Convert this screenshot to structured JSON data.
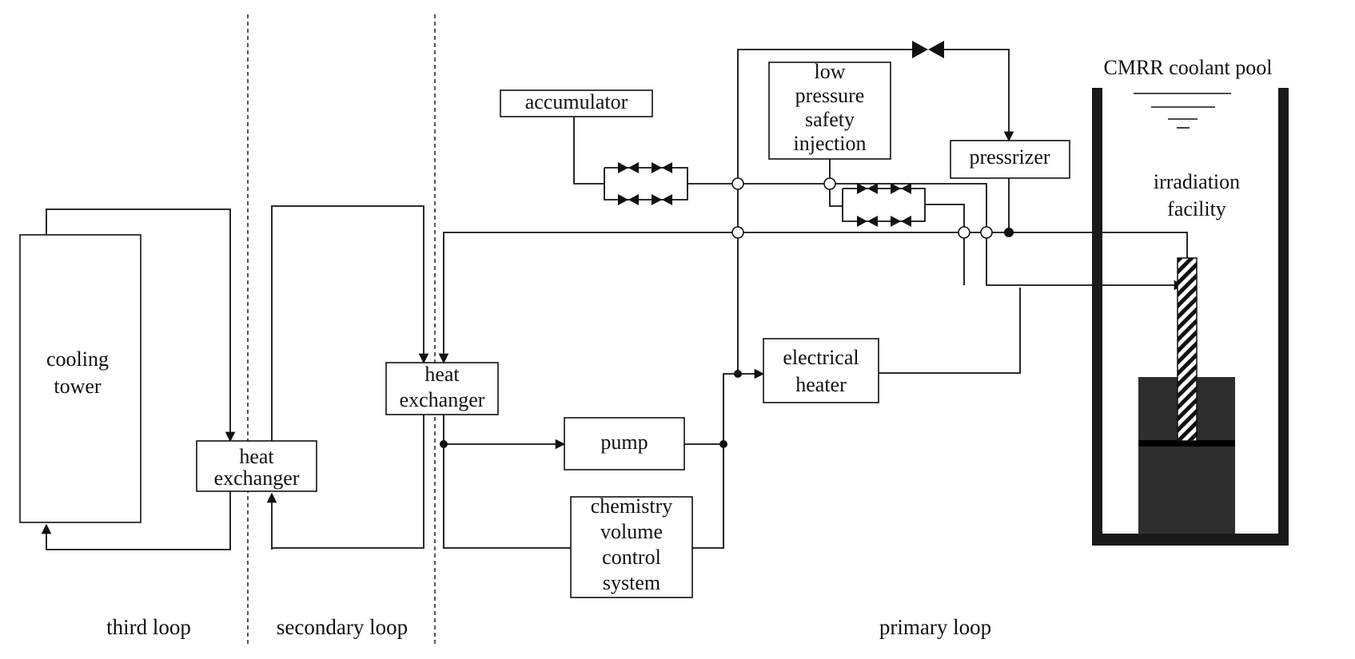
{
  "labels": {
    "cooling_tower": [
      "cooling",
      "tower"
    ],
    "heat_exchanger_3": [
      "heat",
      "exchanger"
    ],
    "heat_exchanger_2": [
      "heat",
      "exchanger"
    ],
    "pump": "pump",
    "chemistry": [
      "chemistry",
      "volume",
      "control",
      "system"
    ],
    "accumulator": "accumulator",
    "low_pressure": [
      "low",
      "pressure",
      "safety",
      "injection"
    ],
    "pressrizer": "pressrizer",
    "electrical_heater": [
      "electrical",
      "heater"
    ],
    "pool_title": "CMRR coolant pool",
    "irradiation": [
      "irradiation",
      "facility"
    ]
  },
  "loops": {
    "third": "third loop",
    "secondary": "secondary loop",
    "primary": "primary loop"
  },
  "colors": {
    "ink": "#111111",
    "core": "#2e2e2e",
    "pool_wall": "#1a1a1a"
  }
}
